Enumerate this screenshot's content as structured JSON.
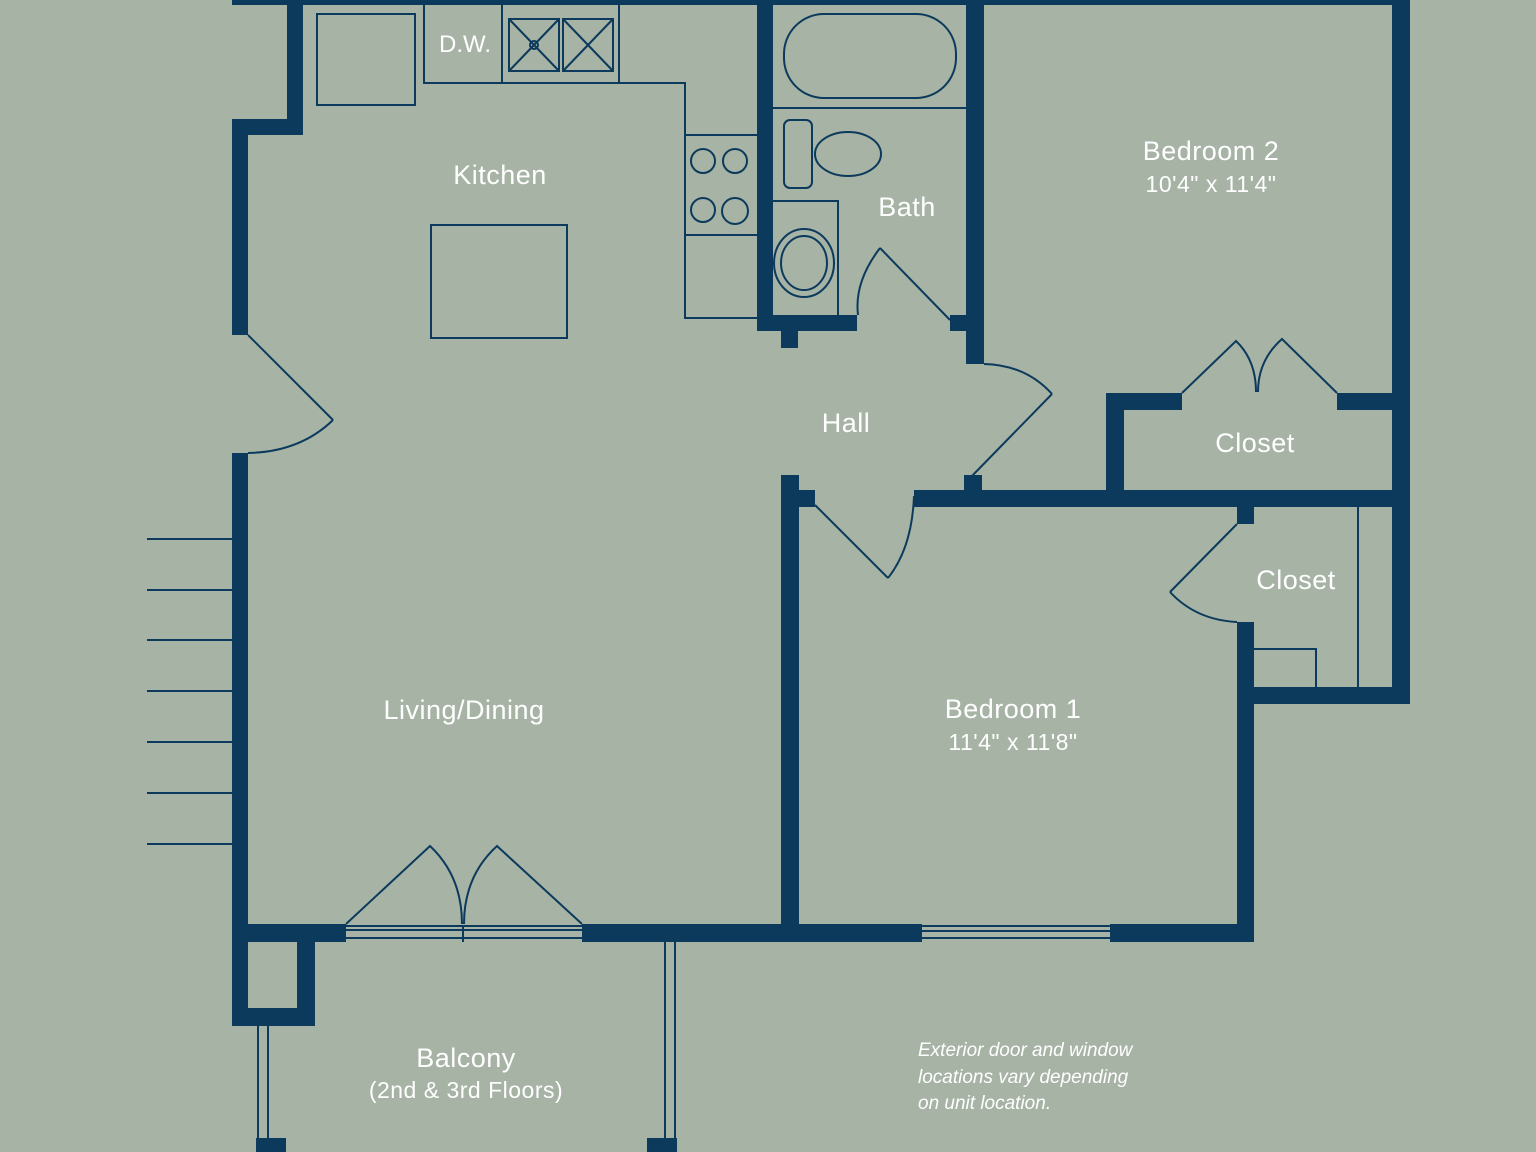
{
  "rooms": {
    "kitchen": {
      "label": "Kitchen"
    },
    "dishwasher": {
      "label": "D.W."
    },
    "bath": {
      "label": "Bath"
    },
    "bedroom2": {
      "label": "Bedroom 2",
      "size": "10'4\" x 11'4\""
    },
    "closet_bedroom2": {
      "label": "Closet"
    },
    "hall": {
      "label": "Hall"
    },
    "closet_bedroom1": {
      "label": "Closet"
    },
    "living_dining": {
      "label": "Living/Dining"
    },
    "bedroom1": {
      "label": "Bedroom 1",
      "size": "11'4\" x 11'8\""
    },
    "balcony": {
      "label": "Balcony",
      "note": "(2nd & 3rd Floors)"
    }
  },
  "disclaimer": {
    "lines": [
      "Exterior door and window",
      "locations vary depending",
      "on unit location."
    ]
  },
  "colors": {
    "background": "#a6b3a5",
    "walls": "#0c3a5c",
    "text": "#ffffff"
  }
}
